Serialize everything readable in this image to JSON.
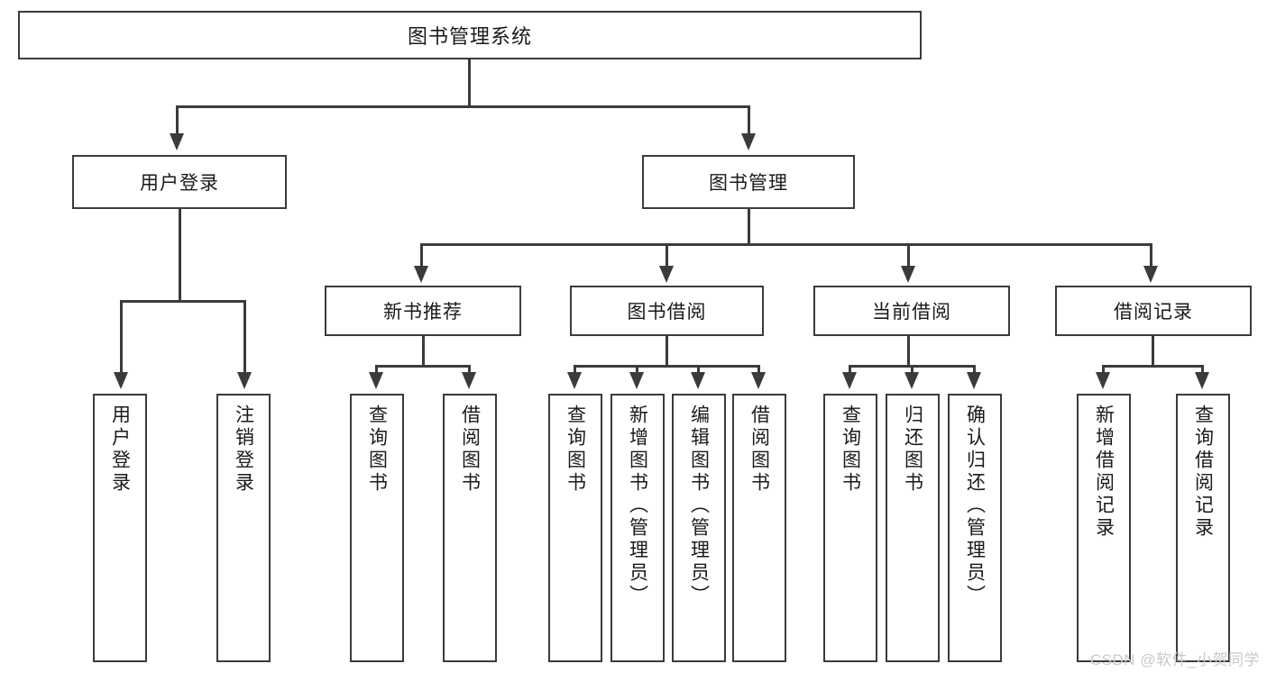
{
  "diagram": {
    "type": "tree",
    "title": "图书管理系统",
    "root": {
      "label": "图书管理系统"
    },
    "level1": [
      {
        "label": "用户登录"
      },
      {
        "label": "图书管理"
      }
    ],
    "level2": [
      {
        "label": "新书推荐"
      },
      {
        "label": "图书借阅"
      },
      {
        "label": "当前借阅"
      },
      {
        "label": "借阅记录"
      }
    ],
    "leaves": {
      "user_login": [
        {
          "label": "用户登录"
        },
        {
          "label": "注销登录"
        }
      ],
      "new_book": [
        {
          "label": "查询图书"
        },
        {
          "label": "借阅图书"
        }
      ],
      "borrow_book": [
        {
          "label": "查询图书"
        },
        {
          "label": "新增图书（管理员）"
        },
        {
          "label": "编辑图书（管理员）"
        },
        {
          "label": "借阅图书"
        }
      ],
      "current_borrow": [
        {
          "label": "查询图书"
        },
        {
          "label": "归还图书"
        },
        {
          "label": "确认归还（管理员）"
        }
      ],
      "borrow_record": [
        {
          "label": "新增借阅记录"
        },
        {
          "label": "查询借阅记录"
        }
      ]
    }
  },
  "watermark": {
    "text": "CSDN @软件_小贺同学"
  },
  "colors": {
    "stroke": "#3b3b3b",
    "text": "#1a1a1a",
    "background": "#ffffff",
    "watermark": "#c9c9c9"
  }
}
